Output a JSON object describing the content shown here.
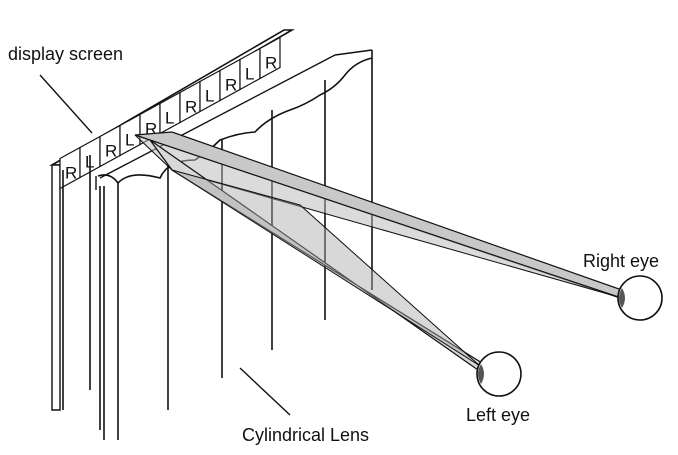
{
  "labels": {
    "display_screen": "display screen",
    "right_eye": "Right eye",
    "left_eye": "Left eye",
    "cylindrical_lens": "Cylindrical Lens"
  },
  "pixel_strips": [
    "R",
    "L",
    "R",
    "L",
    "R",
    "L",
    "R",
    "L",
    "R",
    "L",
    "R"
  ],
  "colors": {
    "line": "#111111",
    "beam": "#c8c8c8",
    "beam_dark": "#a9a9a9",
    "pupil": "#555555",
    "background": "#ffffff"
  }
}
